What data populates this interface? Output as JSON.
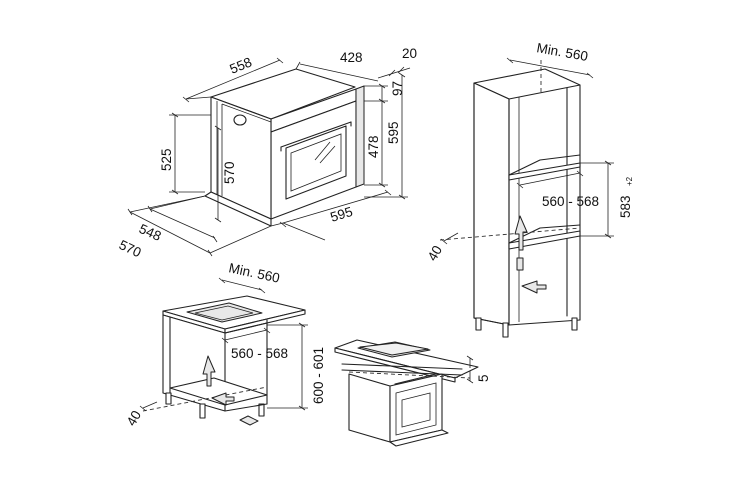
{
  "oven_dimensions": {
    "width_top": "558",
    "depth_top": "428",
    "front_thickness": "20",
    "height_left": "525",
    "inner_height": "570",
    "panel_height": "97",
    "door_height": "478",
    "total_height": "595",
    "front_width": "595",
    "depth_bottom": "548",
    "depth_overall": "570"
  },
  "tall_cabinet": {
    "min_depth": "Min. 560",
    "niche_width": "560 - 568",
    "niche_height": "583",
    "niche_height_tolerance": "+2",
    "vent_gap": "40"
  },
  "undercounter": {
    "min_depth": "Min. 560",
    "niche_width": "560 - 568",
    "niche_height": "600 - 601",
    "vent_gap": "40"
  },
  "hob_install": {
    "gap": "5"
  }
}
